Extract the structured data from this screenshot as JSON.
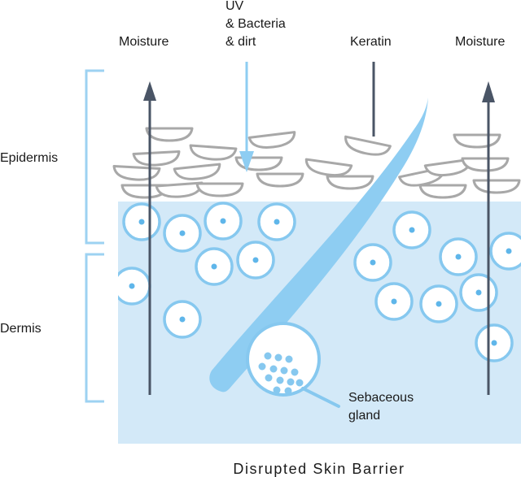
{
  "labels": {
    "moisture_left": "Moisture",
    "uv_line1": "UV",
    "uv_line2": "& Bacteria",
    "uv_line3": "& dirt",
    "keratin": "Keratin",
    "moisture_right": "Moisture",
    "epidermis": "Epidermis",
    "dermis": "Dermis",
    "sebaceous_line1": "Sebaceous",
    "sebaceous_line2": "gland"
  },
  "caption": "Disrupted Skin Barrier",
  "colors": {
    "dermis_fill": "#d3e9f8",
    "cell_stroke": "#86c8ef",
    "cell_nucleus": "#5fb6ea",
    "scale_stroke": "#a8a8a8",
    "hair": "#8ecdf2",
    "moisture_arrow": "#4a5566",
    "uv_arrow": "#8ecdf2",
    "bracket": "#9dd2f2"
  }
}
